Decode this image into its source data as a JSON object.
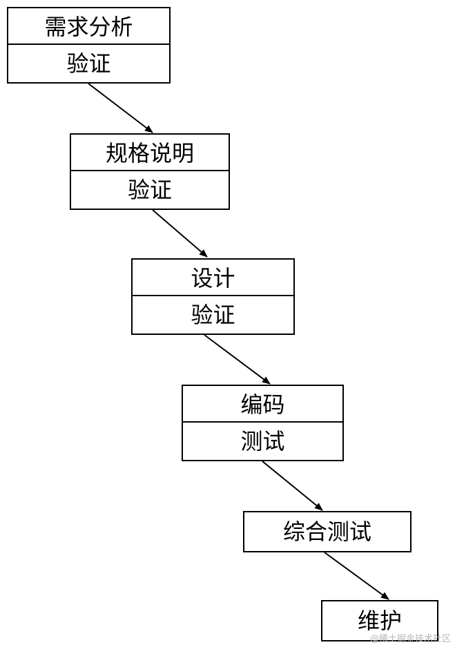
{
  "stages": [
    {
      "title": "需求分析",
      "check": "验证"
    },
    {
      "title": "规格说明",
      "check": "验证"
    },
    {
      "title": "设计",
      "check": "验证"
    },
    {
      "title": "编码",
      "check": "测试"
    },
    {
      "title": "综合测试"
    },
    {
      "title": "维护"
    }
  ],
  "colors": {
    "line": "#000000",
    "background": "#ffffff"
  },
  "watermark": "@稀土掘金技术社区"
}
